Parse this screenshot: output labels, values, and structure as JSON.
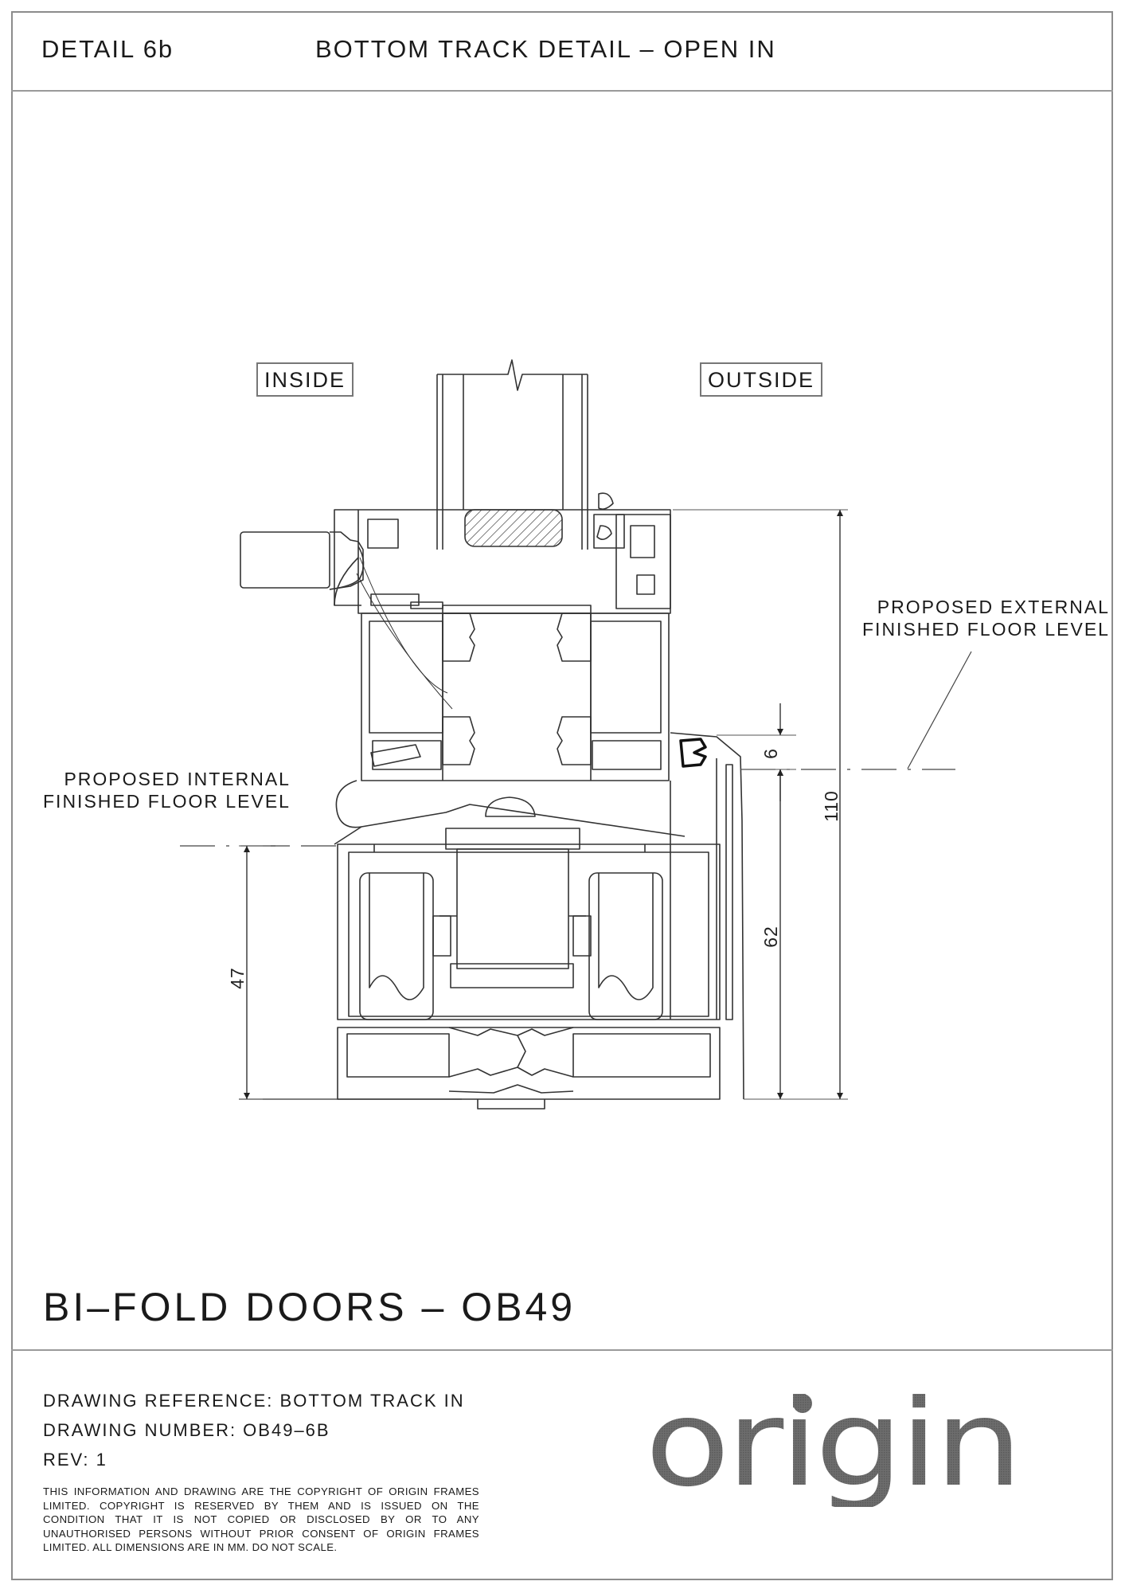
{
  "header": {
    "detail": "DETAIL 6b",
    "title": "BOTTOM TRACK DETAIL – OPEN IN"
  },
  "labels": {
    "inside": "INSIDE",
    "outside": "OUTSIDE",
    "external_floor": [
      "PROPOSED EXTERNAL",
      "FINISHED FLOOR LEVEL"
    ],
    "internal_floor": [
      "PROPOSED INTERNAL",
      "FINISHED FLOOR LEVEL"
    ]
  },
  "dimensions": {
    "total_height": "110",
    "step": "6",
    "track_outside": "62",
    "track_inside": "47"
  },
  "product_title": "BI–FOLD DOORS – OB49",
  "drawing_info": {
    "reference": "DRAWING REFERENCE: BOTTOM TRACK IN",
    "number": "DRAWING NUMBER: OB49–6B",
    "rev": "REV: 1"
  },
  "copyright": "THIS INFORMATION AND DRAWING ARE THE COPYRIGHT OF ORIGIN FRAMES LIMITED. COPYRIGHT IS RESERVED BY THEM AND IS ISSUED ON THE CONDITION THAT IT IS NOT COPIED OR DISCLOSED BY OR TO ANY UNAUTHORISED PERSONS WITHOUT PRIOR CONSENT OF ORIGIN FRAMES LIMITED. ALL DIMENSIONS ARE IN MM. DO NOT SCALE.",
  "logo": {
    "text": "origin",
    "color": "#6d6d6d"
  },
  "colors": {
    "line": "#333333",
    "border": "#8c8c8c"
  }
}
